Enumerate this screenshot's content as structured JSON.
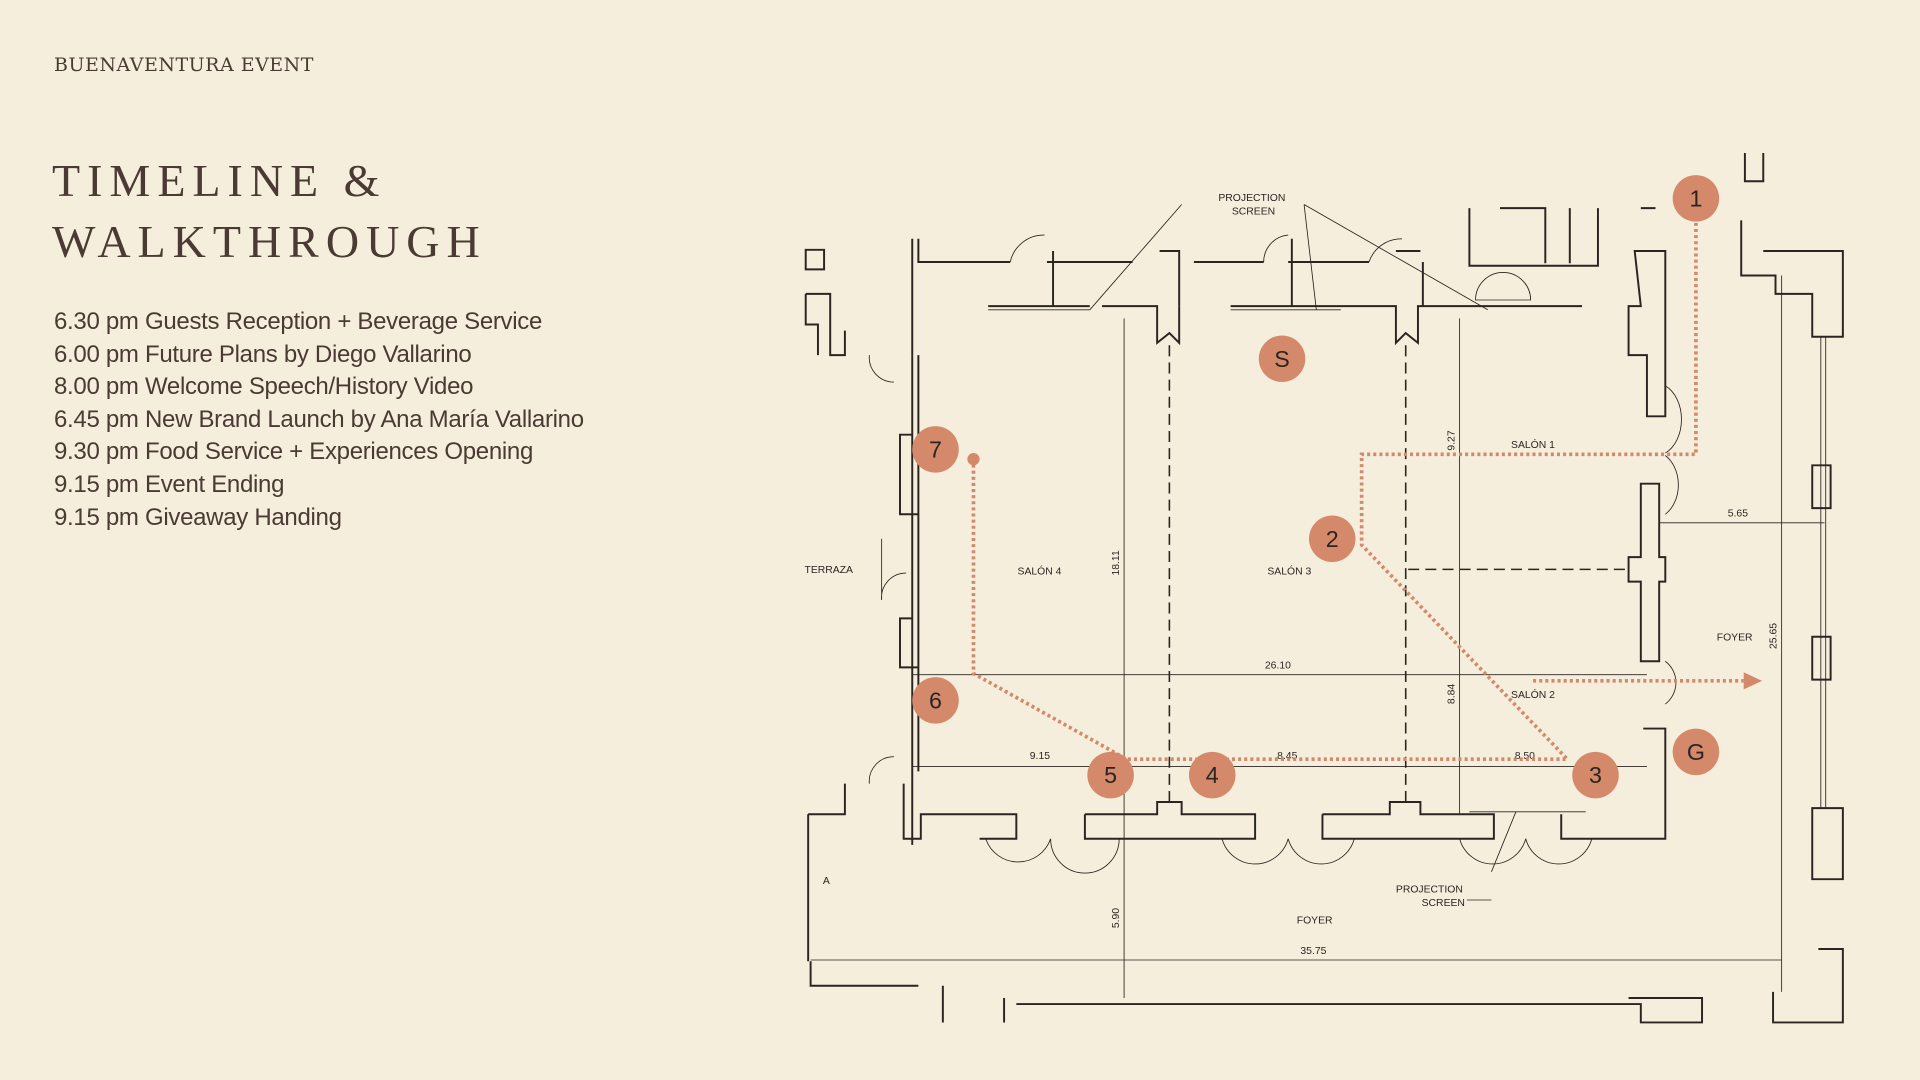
{
  "header": {
    "eyebrow": "BUENAVENTURA EVENT",
    "title_line1": "TIMELINE &",
    "title_line2": "WALKTHROUGH"
  },
  "timeline": [
    "6.30 pm Guests Reception + Beverage Service",
    "6.00 pm Future Plans by Diego Vallarino",
    "8.00 pm Welcome Speech/History Video",
    "6.45 pm New Brand Launch by Ana María Vallarino",
    "9.30 pm Food Service + Experiences Opening",
    "9.15 pm Event Ending",
    "9.15 pm Giveaway Handing"
  ],
  "plan": {
    "rooms": {
      "terraza": "TERRAZA",
      "salon4": "SALÓN 4",
      "salon3": "SALÓN 3",
      "salon1": "SALÓN 1",
      "salon2": "SALÓN 2",
      "foyer_right": "FOYER",
      "foyer_bottom": "FOYER",
      "a": "A"
    },
    "projection_top": [
      "PROJECTION",
      "SCREEN"
    ],
    "projection_bottom": [
      "PROJECTION",
      "SCREEN"
    ],
    "dimensions": {
      "d1811": "18.11",
      "d927": "9.27",
      "d884": "8.84",
      "d590": "5.90",
      "d2610": "26.10",
      "d915": "9.15",
      "d845": "8.45",
      "d850": "8.50",
      "d565": "5.65",
      "d2565": "25.65",
      "d3575": "35.75"
    },
    "markers": {
      "m1": "1",
      "mS": "S",
      "m2": "2",
      "m3": "3",
      "m4": "4",
      "m5": "5",
      "m6": "6",
      "m7": "7",
      "mG": "G"
    },
    "accent_color": "#d4896a"
  }
}
